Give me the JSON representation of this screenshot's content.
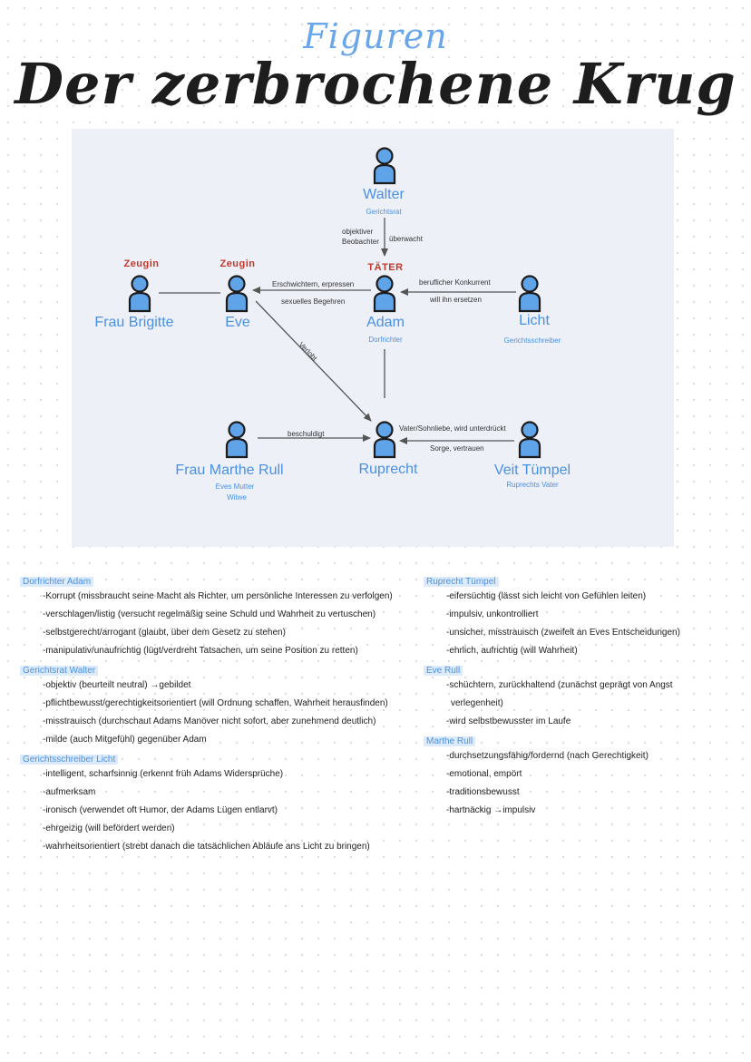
{
  "header": {
    "subtitle": "Figuren",
    "title": "Der zerbrochene Krug"
  },
  "diagram": {
    "characters": {
      "walter": {
        "name": "Walter",
        "role": "Gerichtsrat"
      },
      "adam": {
        "name": "Adam",
        "role": "Dorfrichter",
        "tag": "TÄTER"
      },
      "eve": {
        "name": "Eve",
        "tag": "Zeugin"
      },
      "brigitte": {
        "name": "Frau Brigitte",
        "tag": "Zeugin"
      },
      "licht": {
        "name": "Licht",
        "role": "Gerichtsschreiber"
      },
      "ruprecht": {
        "name": "Ruprecht"
      },
      "marthe": {
        "name": "Frau Marthe Rull",
        "role1": "Eves Mutter",
        "role2": "Witwe"
      },
      "veit": {
        "name": "Veit Tümpel",
        "role": "Ruprechts Vater"
      }
    },
    "relations": {
      "walter_adam_1": "objektiver",
      "walter_adam_2": "Beobachter",
      "walter_adam_3": "überwacht",
      "adam_eve_1": "Erschwichtern, erpressen",
      "adam_eve_2": "sexuelles Begehren",
      "licht_adam_1": "beruflicher Konkurrent",
      "licht_adam_2": "will ihn ersetzen",
      "eve_ruprecht": "Verlobt",
      "marthe_ruprecht": "beschuldigt",
      "veit_ruprecht_1": "Vater/Sohnliebe, wird unterdrückt",
      "veit_ruprecht_2": "Sorge, vertrauen"
    }
  },
  "notes": {
    "left": [
      {
        "heading": "Dorfrichter Adam",
        "items": [
          "-Korrupt (missbraucht seine Macht als Richter, um persönliche Interessen zu verfolgen)",
          "-verschlagen/listig (versucht regelmäßig seine Schuld und Wahrheit zu vertuschen)",
          "-selbstgerecht/arrogant (glaubt, über dem Gesetz zu stehen)",
          "-manipulativ/unaufrichtig (lügt/verdreht Tatsachen, um seine Position zu retten)"
        ]
      },
      {
        "heading": "Gerichtsrat Walter",
        "items": [
          "-objektiv (beurteilt neutral) →gebildet",
          "-pflichtbewusst/gerechtigkeitsorientiert (will Ordnung schaffen, Wahrheit herausfinden)",
          "-misstrauisch (durchschaut Adams Manöver nicht sofort, aber zunehmend deutlich)",
          "-milde (auch Mitgefühl) gegenüber Adam"
        ]
      },
      {
        "heading": "Gerichtsschreiber Licht",
        "items": [
          "-intelligent, scharfsinnig (erkennt früh Adams Widersprüche)",
          "-aufmerksam",
          "-ironisch (verwendet oft Humor, der Adams Lügen entlarvt)",
          "-ehrgeizig (will befördert werden)",
          "-wahrheitsorientiert (strebt danach die tatsächlichen Abläufe ans Licht zu bringen)"
        ]
      }
    ],
    "right": [
      {
        "heading": "Ruprecht Tümpel",
        "items": [
          "-eifersüchtig (lässt sich leicht von Gefühlen leiten)",
          "-impulsiv, unkontrolliert",
          "-unsicher, misstrauisch (zweifelt an Eves Entscheidungen)",
          "-ehrlich, aufrichtig (will Wahrheit)"
        ]
      },
      {
        "heading": "Eve Rull",
        "items": [
          "-schüchtern, zurückhaltend (zunächst geprägt von Angst",
          "verlegenheit)",
          "-wird selbstbewusster im Laufe"
        ]
      },
      {
        "heading": "Marthe Rull",
        "items": [
          "-durchsetzungsfähig/fordernd (nach Gerechtigkeit)",
          "-emotional, empört",
          "-traditionsbewusst",
          "-hartnäckig →impulsiv"
        ]
      }
    ]
  }
}
